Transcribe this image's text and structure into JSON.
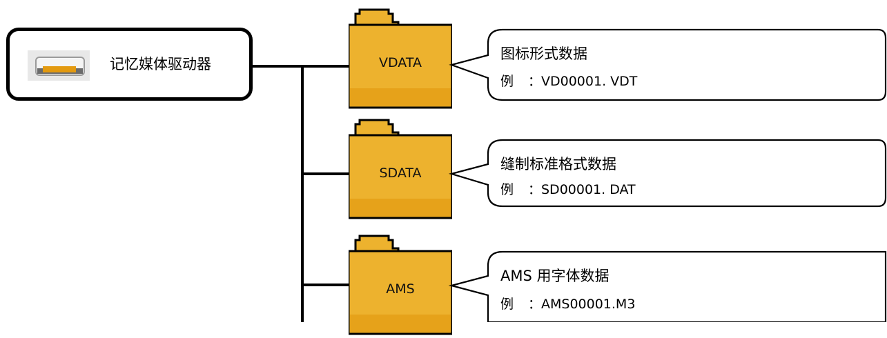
{
  "root": {
    "label": "记忆媒体驱动器",
    "icon": "memory-drive-icon"
  },
  "folders": [
    {
      "name": "VDATA",
      "description": "图标形式数据",
      "example_prefix": "例",
      "example": "：VD00001. VDT"
    },
    {
      "name": "SDATA",
      "description": "缝制标准格式数据",
      "example_prefix": "例",
      "example": "：SD00001. DAT"
    },
    {
      "name": "AMS",
      "description": "AMS 用字体数据",
      "example_prefix": "例",
      "example": "：AMS00001.M3"
    }
  ],
  "colors": {
    "folder_fill": "#EDB22E",
    "folder_bottom": "#E6A21A",
    "folder_outline": "#000000",
    "line": "#000000"
  }
}
